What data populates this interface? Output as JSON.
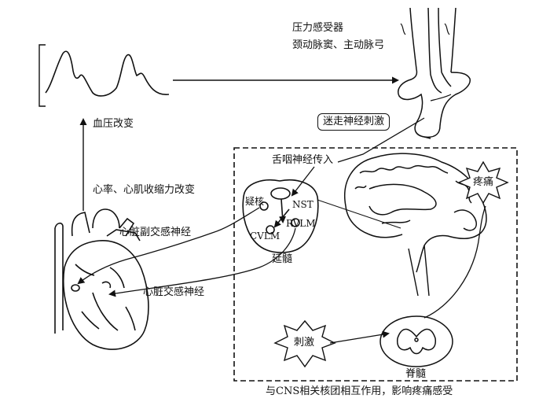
{
  "labels": {
    "baroreceptor": "压力感受器",
    "carotid_aortic": "颈动脉窦、主动脉弓",
    "bp_change": "血压改变",
    "hr_change": "心率、心肌收缩力改变",
    "vagal_stim": "迷走神经刺激",
    "glossopharyngeal": "舌咽神经传入",
    "parasympathetic": "心脏副交感神经",
    "sympathetic": "心脏交感神经",
    "nucleus_ambiguus": "疑核",
    "nst": "NST",
    "rvlm": "RVLM",
    "cvlm": "CVLM",
    "medulla": "延髓",
    "pain": "疼痛",
    "stimulus": "刺激",
    "spinal_cord": "脊髓",
    "caption": "与CNS相关核团相互作用，影响疼痛感受"
  },
  "colors": {
    "line": "#111111",
    "background": "#ffffff"
  }
}
